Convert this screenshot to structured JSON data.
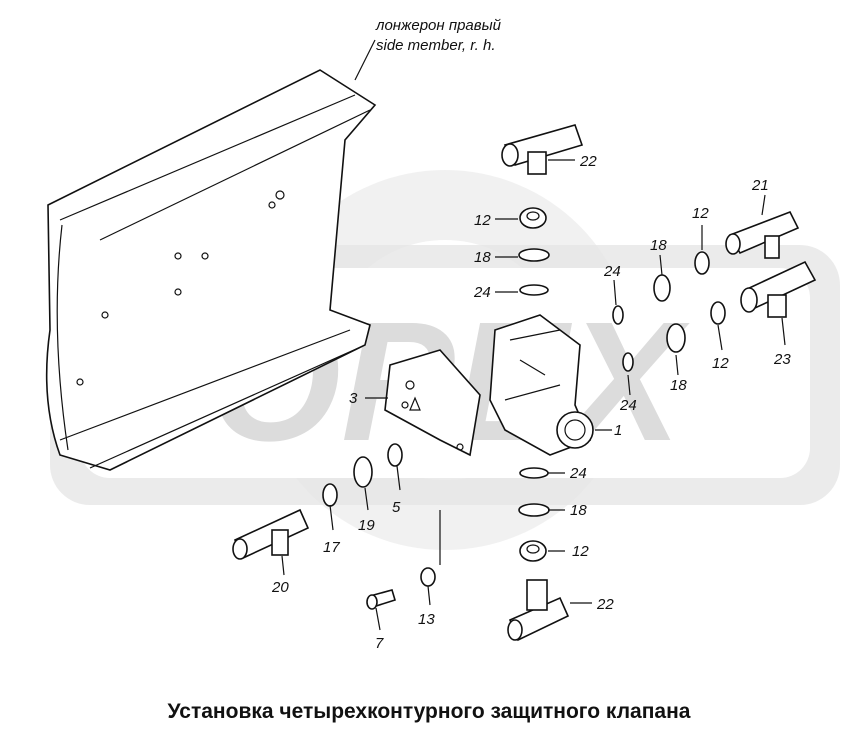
{
  "title": "Установка четырехконтурного защитного клапана",
  "side_member_label_ru": "лонжерон правый",
  "side_member_label_en": "side member, r. h.",
  "watermark": "OPEX",
  "callouts": {
    "c22a": "22",
    "c12a": "12",
    "c18a": "18",
    "c24a": "24",
    "c21": "21",
    "c12b": "12",
    "c18b": "18",
    "c24b": "24",
    "c23": "23",
    "c12c": "12",
    "c18c": "18",
    "c24c": "24",
    "c3": "3",
    "c1": "1",
    "c24d": "24",
    "c18d": "18",
    "c17": "17",
    "c19": "19",
    "c5": "5",
    "c12d": "12",
    "c20": "20",
    "c13": "13",
    "c7": "7",
    "c22b": "22"
  },
  "colors": {
    "ink": "#111111",
    "watermark": "#e6e6e6"
  }
}
